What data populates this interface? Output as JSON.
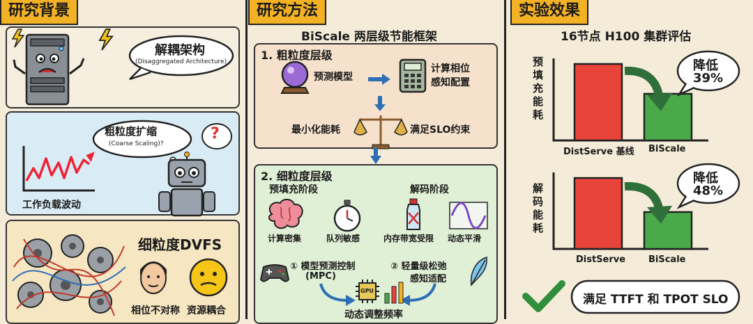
{
  "sections": {
    "background": "研究背景",
    "method": "研究方法",
    "results": "实验效果"
  },
  "left": {
    "bubble1_title": "解耦架构",
    "bubble1_sub": "(Disaggregated Architecture)",
    "bubble2_title": "粗粒度扩缩",
    "bubble2_sub": "(Coarse Scaling)?",
    "question_mark": "?",
    "workload_label": "工作负载波动",
    "dvfs_title": "细粒度DVFS",
    "phase_asym": "相位不对称",
    "resource_coupling": "资源耦合"
  },
  "middle": {
    "framework_title": "BiScale 两层级节能框架",
    "coarse": {
      "title": "1. 粗粒度层级",
      "predict_model": "预测模型",
      "phase_config_1": "计算相位",
      "phase_config_2": "感知配置",
      "min_energy": "最小化能耗",
      "meet_slo": "满足SLO约束"
    },
    "fine": {
      "title": "2. 细粒度层级",
      "prefill_stage": "预填充阶段",
      "decode_stage": "解码阶段",
      "compute_intensive": "计算密集",
      "queue_sensitive": "队列敏感",
      "memory_bound": "内存带宽受限",
      "dynamic_smooth": "动态平滑",
      "mpc_line1": "① 模型预测控制",
      "mpc_line2": "(MPC)",
      "slack_line1": "② 轻量级松弛",
      "slack_line2": "感知适配",
      "dynamic_freq": "动态调整频率",
      "gpu_label": "GPU"
    }
  },
  "right": {
    "eval_title": "16节点 H100 集群评估",
    "prefill_ylabel": "预填充能耗",
    "decode_ylabel": "解码能耗",
    "reduce_label": "降低",
    "prefill_reduction": "39%",
    "decode_reduction": "48%",
    "slo_banner": "满足 TTFT 和 TPOT SLO",
    "colors": {
      "baseline": "#e8443a",
      "biscale": "#4aaa4a"
    }
  },
  "chart_data": [
    {
      "type": "bar",
      "categories": [
        "DistServe 基线",
        "BiScale"
      ],
      "values": [
        100,
        61
      ],
      "ylabel": "预填充能耗",
      "annotation": "降低 39%"
    },
    {
      "type": "bar",
      "categories": [
        "DistServe",
        "BiScale"
      ],
      "values": [
        100,
        52
      ],
      "ylabel": "解码能耗",
      "annotation": "降低 48%"
    }
  ]
}
